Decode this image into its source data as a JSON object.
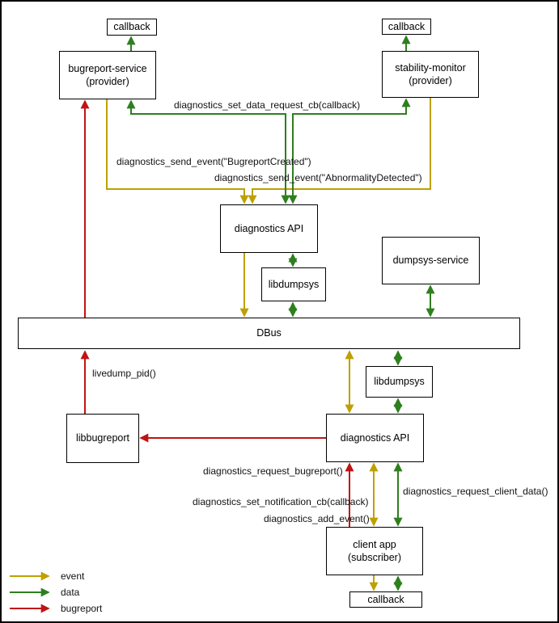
{
  "colors": {
    "event": "#BFA000",
    "data": "#2E7F1E",
    "bugreport": "#C01414",
    "box_border": "#000000",
    "background": "#FFFFFF"
  },
  "nodes": {
    "callback_top_left": {
      "label": "callback"
    },
    "bugreport_service": {
      "line1": "bugreport-service",
      "line2": "(provider)"
    },
    "callback_top_right": {
      "label": "callback"
    },
    "stability_monitor": {
      "line1": "stability-monitor",
      "line2": "(provider)"
    },
    "diagnostics_api_upper": {
      "label": "diagnostics API"
    },
    "libdumpsys_upper": {
      "label": "libdumpsys"
    },
    "dumpsys_service": {
      "label": "dumpsys-service"
    },
    "dbus": {
      "label": "DBus"
    },
    "libdumpsys_lower": {
      "label": "libdumpsys"
    },
    "libbugreport": {
      "label": "libbugreport"
    },
    "diagnostics_api_lower": {
      "label": "diagnostics API"
    },
    "client_app": {
      "line1": "client app",
      "line2": "(subscriber)"
    },
    "callback_bottom": {
      "label": "callback"
    }
  },
  "edge_labels": {
    "set_data_request_cb": "diagnostics_set_data_request_cb(callback)",
    "send_event_bugreport_created": "diagnostics_send_event(\"BugreportCreated\")",
    "send_event_abnormality_detected": "diagnostics_send_event(\"AbnormalityDetected\")",
    "livedump_pid": "livedump_pid()",
    "request_bugreport": "diagnostics_request_bugreport()",
    "request_client_data": "diagnostics_request_client_data()",
    "set_notification_cb": "diagnostics_set_notification_cb(callback)",
    "add_event": "diagnostics_add_event()"
  },
  "legend": {
    "event": "event",
    "data": "data",
    "bugreport": "bugreport"
  }
}
